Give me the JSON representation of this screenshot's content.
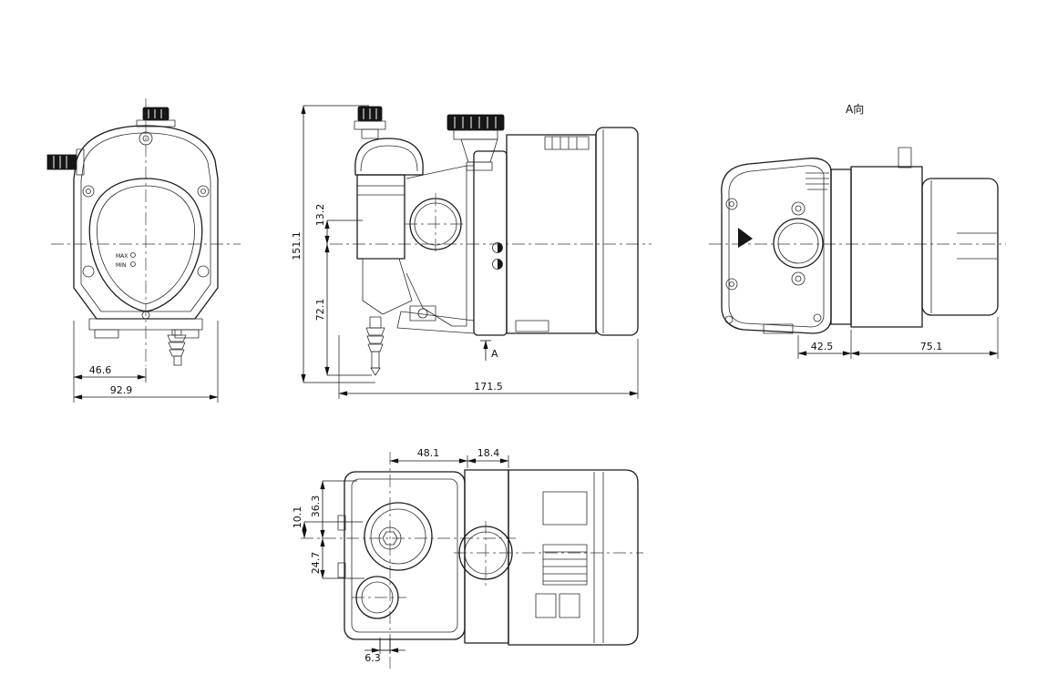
{
  "drawing": {
    "views": {
      "front": {
        "dim_center_to_edge": "46.6",
        "dim_overall_width": "92.9",
        "label_max": "MAX",
        "label_min": "MIN"
      },
      "side": {
        "dim_overall_height": "151.1",
        "dim_top_to_center": "13.2",
        "dim_center_to_base": "72.1",
        "dim_overall_length": "171.5",
        "section_label": "A"
      },
      "direction_a": {
        "title": "A向",
        "dim_left": "42.5",
        "dim_right": "75.1"
      },
      "bottom": {
        "dim_top_left": "48.1",
        "dim_top_right": "18.4",
        "dim_left_upper": "36.3",
        "dim_left_mid": "10.1",
        "dim_left_lower": "24.7",
        "dim_bottom": "6.3"
      }
    }
  }
}
